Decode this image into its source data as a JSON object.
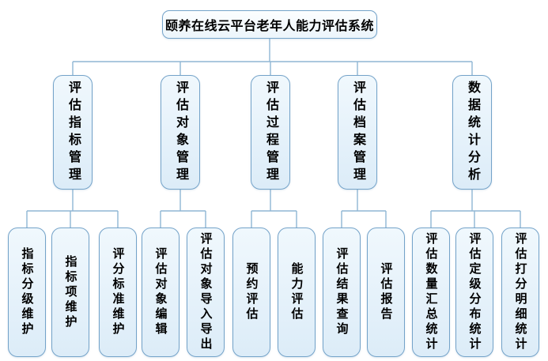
{
  "diagram": {
    "title": "颐养在线云平台老年人能力评估系统",
    "colors": {
      "box_border": "#74a3c9",
      "box_fill_top": "#f0f8fd",
      "box_fill_bottom": "#dcecf8",
      "connector": "#8fb6d4",
      "text": "#000000"
    },
    "branches": [
      {
        "label": "评估指标管理",
        "children": [
          "指标分级维护",
          "指标项维护",
          "评分标准维护"
        ]
      },
      {
        "label": "评估对象管理",
        "children": [
          "评估对象编辑",
          "评估对象导入导出"
        ]
      },
      {
        "label": "评估过程管理",
        "children": [
          "预约评估",
          "能力评估"
        ]
      },
      {
        "label": "评估档案管理",
        "children": [
          "评估结果查询",
          "评估报告"
        ]
      },
      {
        "label": "数据统计分析",
        "children": [
          "评估数量汇总统计",
          "评估定级分布统计",
          "评估打分明细统计"
        ]
      }
    ]
  }
}
